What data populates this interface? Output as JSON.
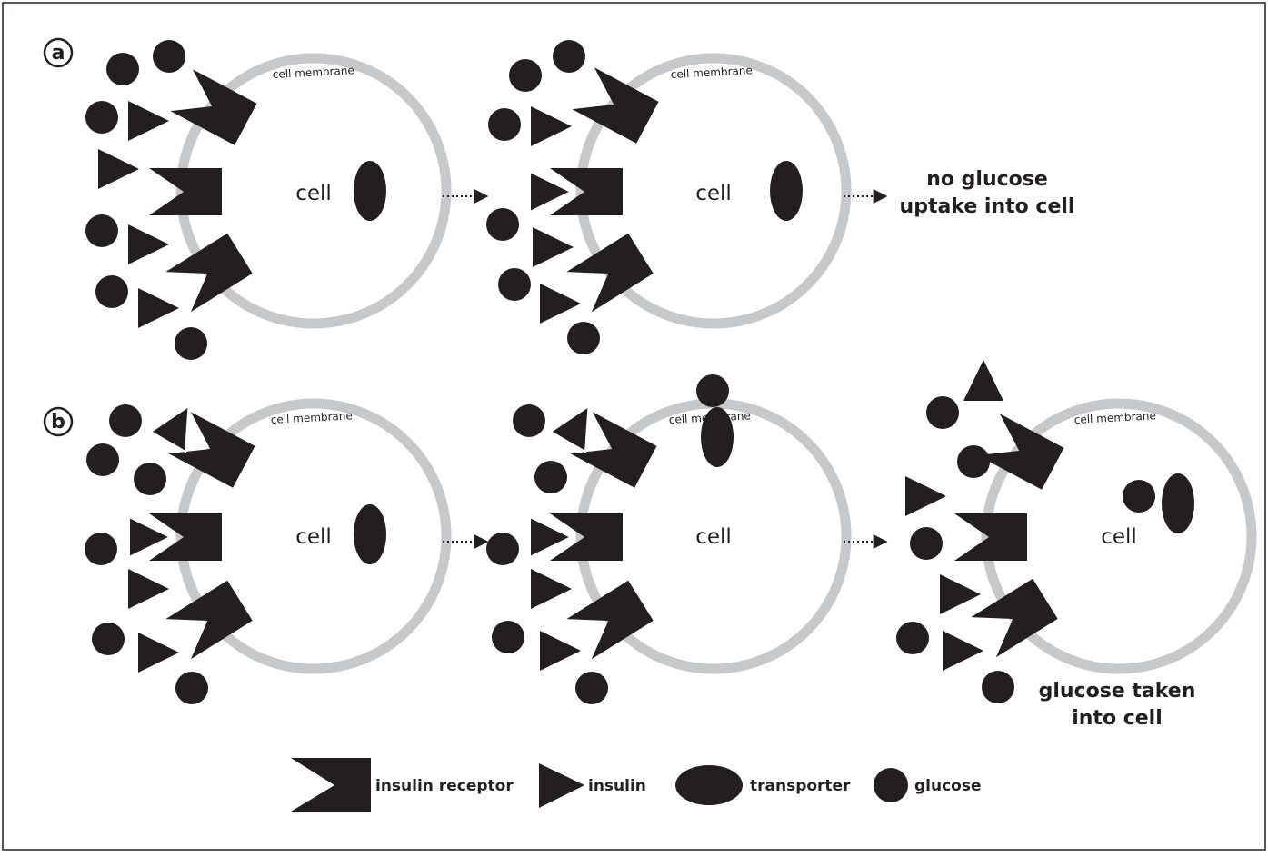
{
  "panels": [
    {
      "letter": "a"
    },
    {
      "letter": "b"
    }
  ],
  "cell_label": "cell",
  "membrane_label": "cell membrane",
  "results": {
    "a": [
      "no glucose",
      "uptake into cell"
    ],
    "b": [
      "glucose taken",
      "into cell"
    ]
  },
  "legend": [
    {
      "name": "insulin-receptor",
      "label": "insulin receptor"
    },
    {
      "name": "insulin",
      "label": "insulin"
    },
    {
      "name": "transporter",
      "label": "transporter"
    },
    {
      "name": "glucose",
      "label": "glucose"
    }
  ],
  "colors": {
    "ink": "#231f20",
    "membrane": "#c7c8ca",
    "background": "#ffffff"
  }
}
